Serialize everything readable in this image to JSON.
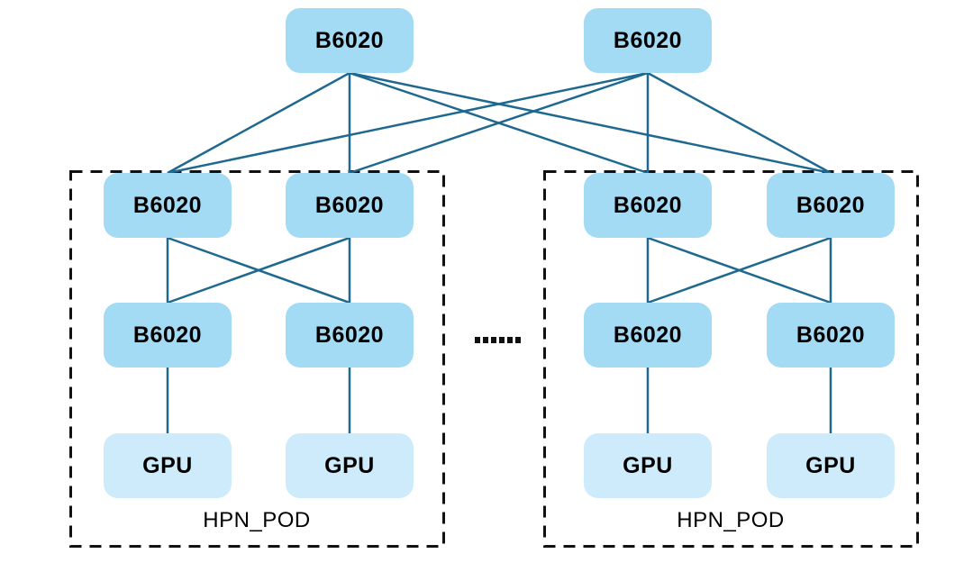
{
  "colors": {
    "switch_fill": "#A3DBF5",
    "gpu_fill": "#CDEBFA",
    "link": "#1F688F",
    "pod_border": "#111111",
    "text": "#000000"
  },
  "core_switches": [
    {
      "label": "B6020"
    },
    {
      "label": "B6020"
    }
  ],
  "pods": [
    {
      "name": "HPN_POD",
      "switches": [
        {
          "label": "B6020"
        },
        {
          "label": "B6020"
        }
      ],
      "leaf_switches": [
        {
          "label": "B6020"
        },
        {
          "label": "B6020"
        }
      ],
      "gpus": [
        {
          "label": "GPU"
        },
        {
          "label": "GPU"
        }
      ]
    },
    {
      "name": "HPN_POD",
      "switches": [
        {
          "label": "B6020"
        },
        {
          "label": "B6020"
        }
      ],
      "leaf_switches": [
        {
          "label": "B6020"
        },
        {
          "label": "B6020"
        }
      ],
      "gpus": [
        {
          "label": "GPU"
        },
        {
          "label": "GPU"
        }
      ]
    }
  ],
  "ellipsis": "......"
}
